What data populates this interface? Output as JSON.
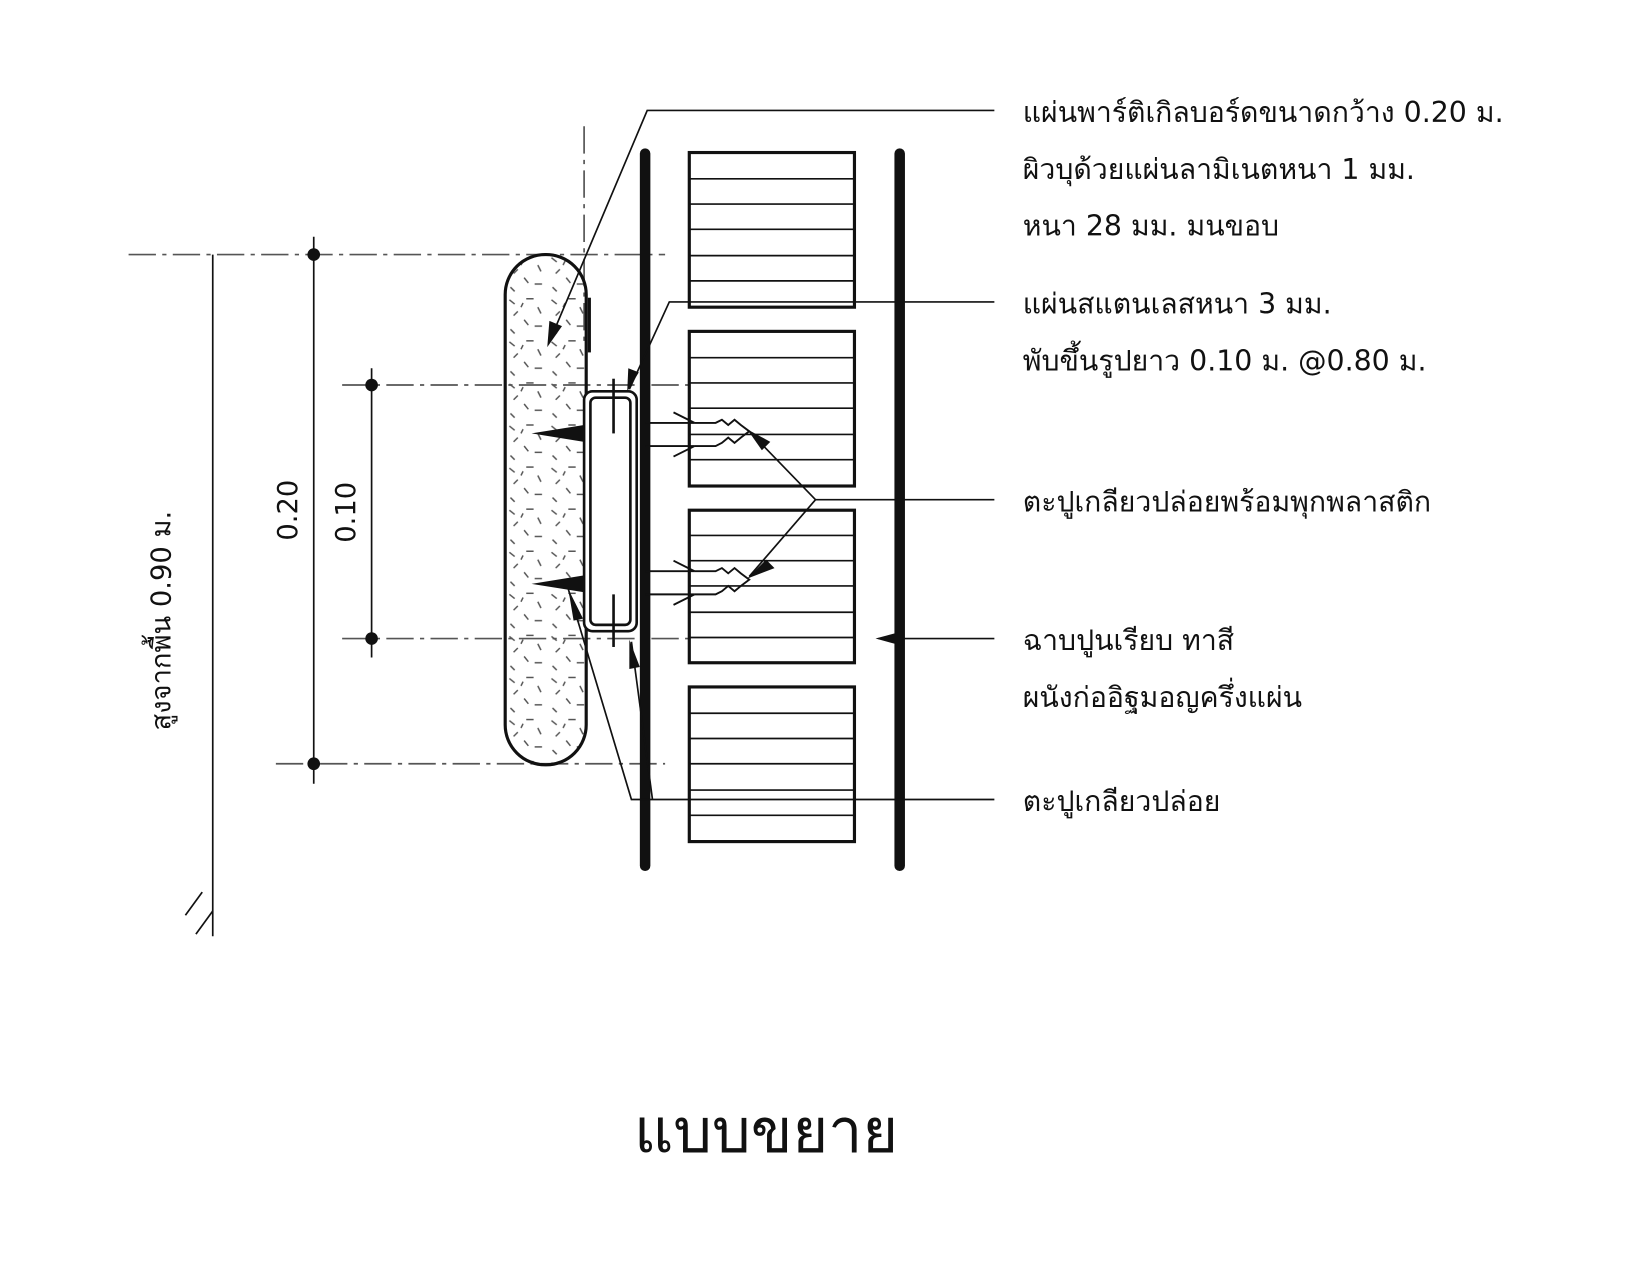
{
  "title": "แบบขยาย",
  "dimensions": {
    "rail_width": "0.20",
    "bracket_spacing": "0.10",
    "height_from_floor": "สูงจากพื้น 0.90 ม."
  },
  "labels": {
    "particle_board": [
      "แผ่นพาร์ติเกิลบอร์ดขนาดกว้าง 0.20 ม.",
      "ผิวบุด้วยแผ่นลามิเนตหนา 1 มม.",
      "หนา 28 มม. มนขอบ"
    ],
    "stainless_plate": [
      "แผ่นสแตนเลสหนา 3 มม.",
      "พับขึ้นรูปยาว 0.10 ม. @0.80 ม."
    ],
    "screw_with_plug": [
      "ตะปูเกลียวปล่อยพร้อมพุกพลาสติก"
    ],
    "plaster_wall": [
      "ฉาบปูนเรียบ ทาสี",
      "ผนังก่ออิฐมอญครึ่งแผ่น"
    ],
    "screw": [
      "ตะปูเกลียวปล่อย"
    ]
  }
}
